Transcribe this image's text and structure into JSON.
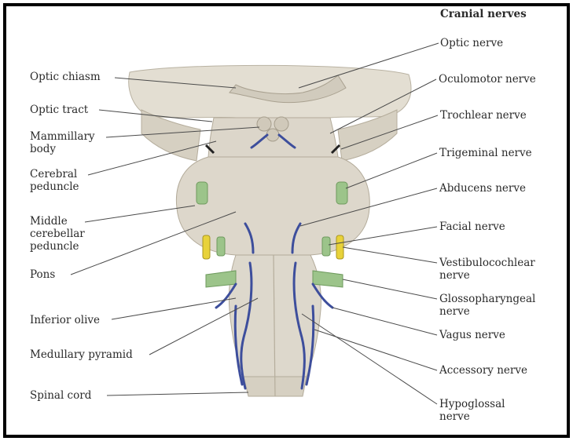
{
  "figure": {
    "header": "Cranial nerves",
    "left_labels": {
      "optic_chiasm": "Optic chiasm",
      "optic_tract": "Optic tract",
      "mammillary_body": "Mammillary\nbody",
      "cerebral_peduncle": "Cerebral\npeduncle",
      "middle_cerebellar_peduncle": "Middle\ncerebellar\npeduncle",
      "pons": "Pons",
      "inferior_olive": "Inferior olive",
      "medullary_pyramid": "Medullary pyramid",
      "spinal_cord": "Spinal cord"
    },
    "right_labels": {
      "optic_nerve": "Optic nerve",
      "oculomotor_nerve": "Oculomotor nerve",
      "trochlear_nerve": "Trochlear nerve",
      "trigeminal_nerve": "Trigeminal nerve",
      "abducens_nerve": "Abducens nerve",
      "facial_nerve": "Facial nerve",
      "vestibulocochlear_nerve": "Vestibulocochlear\nnerve",
      "glossopharyngeal_nerve": "Glossopharyngeal\nnerve",
      "vagus_nerve": "Vagus nerve",
      "accessory_nerve": "Accessory nerve",
      "hypoglossal_nerve": "Hypoglossal\nnerve"
    },
    "colors": {
      "tissue": "#ddd8cc",
      "tissue_shade": "#c9c2b2",
      "nerve_blue": "#3d4e9c",
      "nerve_green": "#9cc48a",
      "nerve_yellow": "#e8d23a"
    }
  }
}
